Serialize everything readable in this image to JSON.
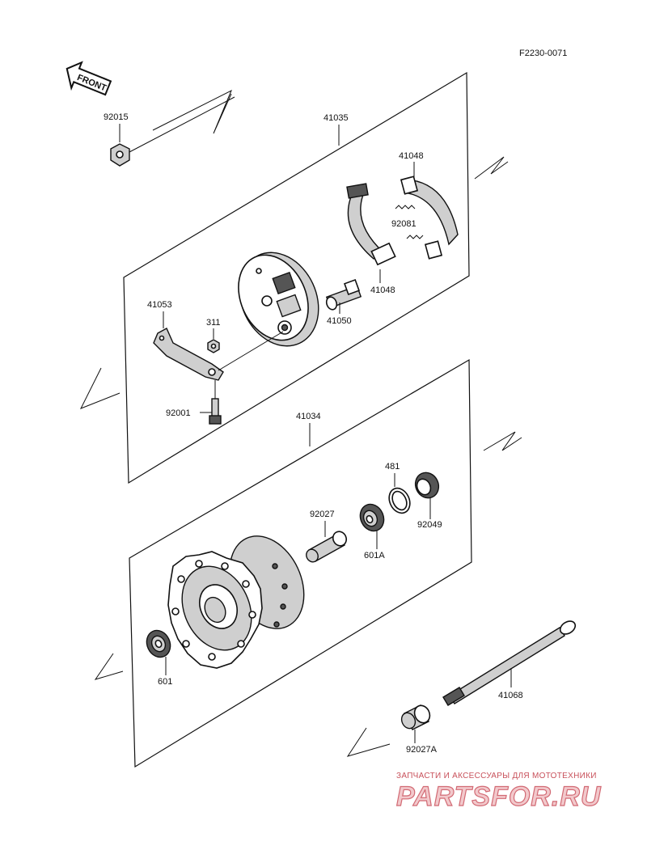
{
  "ref_code": "F2230-0071",
  "front_label": "FRONT",
  "labels": {
    "p92015": "92015",
    "p41035": "41035",
    "p41048_top": "41048",
    "p92081": "92081",
    "p41048_bottom": "41048",
    "p41053": "41053",
    "p311": "311",
    "p41050": "41050",
    "p92001": "92001",
    "p41034": "41034",
    "p481": "481",
    "p92027": "92027",
    "p92049": "92049",
    "p601A": "601A",
    "p601": "601",
    "p41068": "41068",
    "p92027A": "92027A"
  },
  "watermark": {
    "top": "ЗАПЧАСТИ И АКСЕССУАРЫ ДЛЯ МОТОТЕХНИКИ",
    "main": "PARTSFOR.RU"
  },
  "colors": {
    "line": "#111111",
    "watermark": "#c8505a"
  }
}
